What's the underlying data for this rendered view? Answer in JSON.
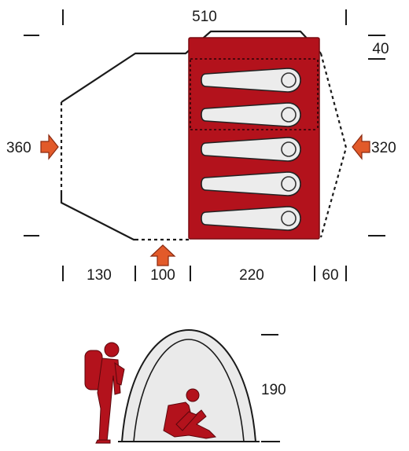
{
  "palette": {
    "inner_tent": "#b3121c",
    "inner_tent_edge": "#7a0c12",
    "entrance_arrow": "#e25a2a",
    "figure": "#b3121c",
    "dome_fill": "#eaeaea",
    "line": "#1a1a1a"
  },
  "dimensions": {
    "total_length": "510",
    "total_width_left": "360",
    "total_width_right": "320",
    "back_extension": "40",
    "vestibule_left": "130",
    "entrance": "100",
    "inner_length": "220",
    "vestibule_right": "60",
    "height": "190"
  },
  "icons": {
    "entrance_left": "entrance-arrow-right-icon",
    "entrance_right": "entrance-arrow-left-icon",
    "entrance_bottom": "entrance-arrow-up-icon",
    "standing_person": "standing-person-with-backpack-icon",
    "sitting_person": "sitting-person-icon",
    "sleeping_bag": "sleeping-bag-icon"
  },
  "sleeping_places": 5
}
